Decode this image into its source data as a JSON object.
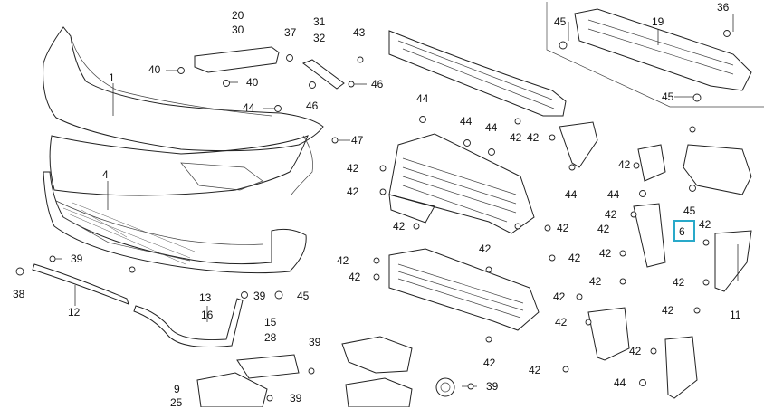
{
  "diagram": {
    "labels": [
      {
        "id": "l20",
        "text": "20"
      },
      {
        "id": "l30",
        "text": "30"
      },
      {
        "id": "l31",
        "text": "31"
      },
      {
        "id": "l32",
        "text": "32"
      },
      {
        "id": "l37",
        "text": "37"
      },
      {
        "id": "l43",
        "text": "43"
      },
      {
        "id": "l40a",
        "text": "40"
      },
      {
        "id": "l40b",
        "text": "40"
      },
      {
        "id": "l1",
        "text": "1"
      },
      {
        "id": "l44a",
        "text": "44"
      },
      {
        "id": "l46a",
        "text": "46"
      },
      {
        "id": "l46b",
        "text": "46"
      },
      {
        "id": "l47",
        "text": "47"
      },
      {
        "id": "l4",
        "text": "4"
      },
      {
        "id": "l39a",
        "text": "39"
      },
      {
        "id": "l38",
        "text": "38"
      },
      {
        "id": "l12",
        "text": "12"
      },
      {
        "id": "l13",
        "text": "13"
      },
      {
        "id": "l16",
        "text": "16"
      },
      {
        "id": "l39b",
        "text": "39"
      },
      {
        "id": "l45a",
        "text": "45"
      },
      {
        "id": "l15",
        "text": "15"
      },
      {
        "id": "l28",
        "text": "28"
      },
      {
        "id": "l39c",
        "text": "39"
      },
      {
        "id": "l9",
        "text": "9"
      },
      {
        "id": "l25",
        "text": "25"
      },
      {
        "id": "l39d",
        "text": "39"
      },
      {
        "id": "l39e",
        "text": "39"
      },
      {
        "id": "l44b",
        "text": "44"
      },
      {
        "id": "l44c",
        "text": "44"
      },
      {
        "id": "l44d",
        "text": "44"
      },
      {
        "id": "l42a",
        "text": "42"
      },
      {
        "id": "l42b",
        "text": "42"
      },
      {
        "id": "l42c",
        "text": "42"
      },
      {
        "id": "l42d",
        "text": "42"
      },
      {
        "id": "l42e",
        "text": "42"
      },
      {
        "id": "l42f",
        "text": "42"
      },
      {
        "id": "l42g",
        "text": "42"
      },
      {
        "id": "l42h",
        "text": "42"
      },
      {
        "id": "l42i",
        "text": "42"
      },
      {
        "id": "l42j",
        "text": "42"
      },
      {
        "id": "l42k",
        "text": "42"
      },
      {
        "id": "l42l",
        "text": "42"
      },
      {
        "id": "l42m",
        "text": "42"
      },
      {
        "id": "l42n",
        "text": "42"
      },
      {
        "id": "l42o",
        "text": "42"
      },
      {
        "id": "l42p",
        "text": "42"
      },
      {
        "id": "l42q",
        "text": "42"
      },
      {
        "id": "l42r",
        "text": "42"
      },
      {
        "id": "l42s",
        "text": "42"
      },
      {
        "id": "l42t",
        "text": "42"
      },
      {
        "id": "l42u",
        "text": "42"
      },
      {
        "id": "l44e",
        "text": "44"
      },
      {
        "id": "l44f",
        "text": "44"
      },
      {
        "id": "l44g",
        "text": "44"
      },
      {
        "id": "l45b",
        "text": "45"
      },
      {
        "id": "l45c",
        "text": "45"
      },
      {
        "id": "l45d",
        "text": "45"
      },
      {
        "id": "l19",
        "text": "19"
      },
      {
        "id": "l36",
        "text": "36"
      },
      {
        "id": "l6",
        "text": "6"
      },
      {
        "id": "l11",
        "text": "11"
      },
      {
        "id": "l42v",
        "text": "42"
      },
      {
        "id": "l42w",
        "text": "42"
      }
    ],
    "highlight_label": "6",
    "accent_color": "#29a9c9"
  }
}
